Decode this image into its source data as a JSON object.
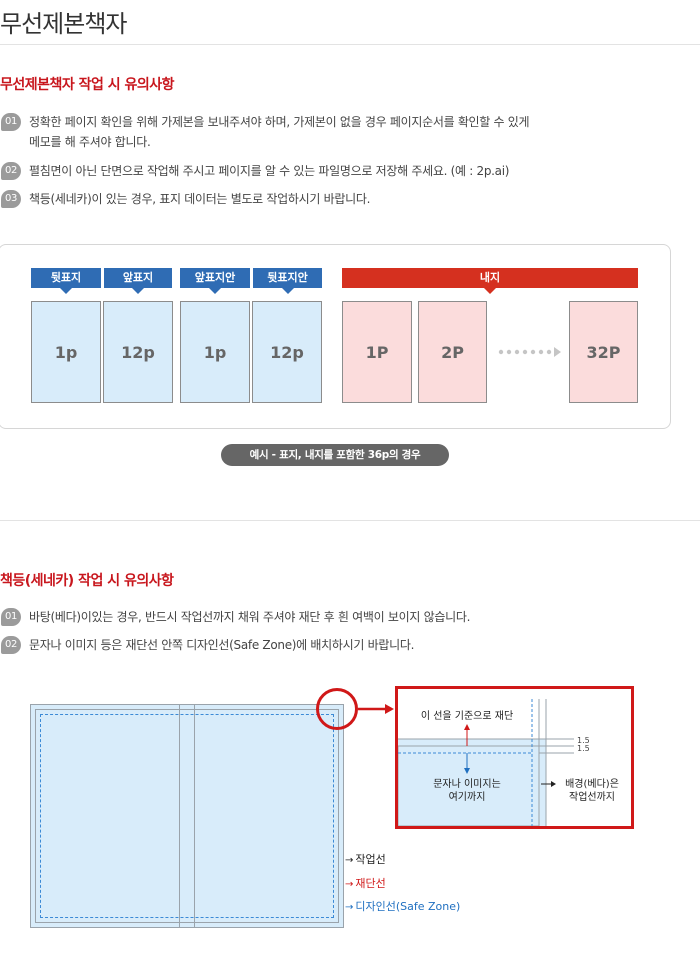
{
  "page_title": "무선제본책자",
  "section1": {
    "title": "무선제본책자 작업 시 유의사항",
    "notes": [
      {
        "num": "01",
        "text": "정확한 페이지 확인을 위해 가제본을 보내주셔야 하며, 가제본이 없을 경우 페이지순서를 확인할 수 있게",
        "text2": "메모를 해 주셔야 합니다."
      },
      {
        "num": "02",
        "text": "펼침면이 아닌 단면으로 작업해 주시고 페이지를 알 수 있는 파일명으로 저장해 주세요. (예 : 2p.ai)"
      },
      {
        "num": "03",
        "text": "책등(세네카)이 있는 경우, 표지 데이터는 별도로 작업하시기 바랍니다."
      }
    ]
  },
  "diagram1": {
    "cover_tabs": [
      "뒷표지",
      "앞표지",
      "앞표지안",
      "뒷표지안"
    ],
    "inner_tab": "내지",
    "cover_pages": [
      "1p",
      "12p",
      "1p",
      "12p"
    ],
    "inner_pages": [
      "1P",
      "2P",
      "32P"
    ],
    "caption": "예시 - 표지, 내지를 포함한 36p의 경우",
    "colors": {
      "blue": "#2f6cb4",
      "red": "#d5301f",
      "blue_page": "#d8ecfa",
      "red_page": "#fbdcdc"
    }
  },
  "section2": {
    "title": "책등(세네카) 작업 시 유의사항",
    "notes": [
      {
        "num": "01",
        "text": "바탕(베다)이있는 경우, 반드시 작업선까지 채워 주셔야 재단 후 흰 여백이 보이지 않습니다."
      },
      {
        "num": "02",
        "text": "문자나 이미지 등은 재단선 안쪽 디자인선(Safe Zone)에 배치하시기 바랍니다."
      }
    ]
  },
  "diagram2": {
    "zoom_cut_label": "이 선을 기준으로 재단",
    "zoom_dim_1": "1.5",
    "zoom_dim_2": "1.5",
    "zoom_text_line1": "문자나 이미지는",
    "zoom_text_line2": "여기까지",
    "zoom_bg_line1": "배경(베다)은",
    "zoom_bg_line2": "작업선까지",
    "legend_work": "작업선",
    "legend_cut": "재단선",
    "legend_safe": "디자인선(Safe Zone)",
    "colors": {
      "work": "#222222",
      "cut": "#d01818",
      "safe": "#1f6fc0"
    }
  }
}
